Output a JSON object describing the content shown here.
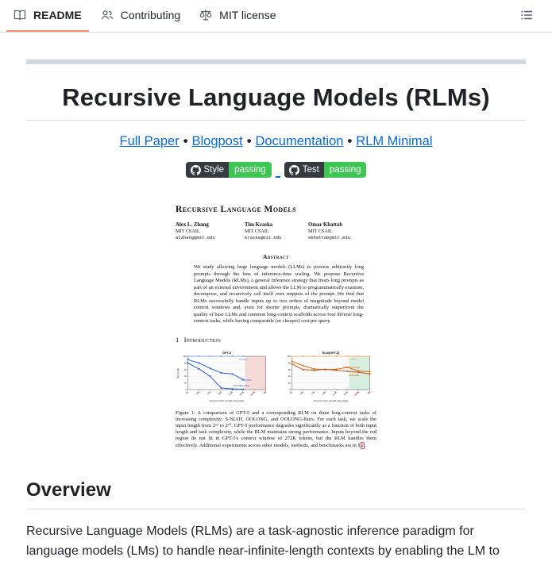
{
  "theme": {
    "link_blue": "#0969da",
    "text": "#1f2328",
    "icon_gray": "#59636e",
    "tab_active_underline": "#fd8c73",
    "divider_gray": "#d1d9e0",
    "badge_dark": "#343a40",
    "badge_green": "#3ec553"
  },
  "tabbar": {
    "tabs": [
      {
        "label": "README",
        "icon": "book-icon",
        "active": true
      },
      {
        "label": "Contributing",
        "icon": "people-icon",
        "active": false
      },
      {
        "label": "MIT license",
        "icon": "law-icon",
        "active": false
      }
    ],
    "outline_icon": "list-unordered-icon"
  },
  "readme": {
    "title": "Recursive Language Models (RLMs)",
    "links": [
      {
        "label": "Full Paper"
      },
      {
        "label": "Blogpost"
      },
      {
        "label": "Documentation"
      },
      {
        "label": "RLM Minimal"
      }
    ],
    "links_separator": "•",
    "badges": [
      {
        "icon": "github-icon",
        "label": "Style",
        "status": "passing"
      },
      {
        "icon": "github-icon",
        "label": "Test",
        "status": "passing"
      }
    ],
    "overview": {
      "heading": "Overview",
      "paragraph": "Recursive Language Models (RLMs) are a task-agnostic inference paradigm for language models (LMs) to handle near-infinite-length contexts by enabling the LM to"
    }
  },
  "paper": {
    "title": "Recursive Language Models",
    "authors": [
      {
        "name": "Alex L. Zhang",
        "affiliation": "MIT CSAIL",
        "email": "a1zhang@mit.edu"
      },
      {
        "name": "Tim Kraska",
        "affiliation": "MIT CSAIL",
        "email": "kraska@mit.edu"
      },
      {
        "name": "Omar Khattab",
        "affiliation": "MIT CSAIL",
        "email": "okhattab@mit.edu"
      }
    ],
    "abstract_heading": "Abstract",
    "abstract": "We study allowing large language models (LLMs) to process arbitrarily long prompts through the lens of inference-time scaling. We propose Recursive Language Models (RLMs), a general inference strategy that treats long prompts as part of an external environment and allows the LLM to programmatically examine, decompose, and recursively call itself over snippets of the prompt. We find that RLMs successfully handle inputs up to two orders of magnitude beyond model context windows and, even for shorter prompts, dramatically outperform the quality of base LLMs and common long-context scaffolds across four diverse long-context tasks, while having comparable (or cheaper) cost per query.",
    "section_heading": "1   Introduction",
    "caption_text1": "Figure 1: A comparison of GPT-5 and a corresponding RLM on three long-context tasks of increasing complexity: S-NIAH, OOLONG, and OOLONG-Pairs. For each task, we scale the input length from 2¹³ to 2²⁰. GPT-5 performance degrades significantly as a function of both input length and task complexity, while the RLM maintains strong performance. Inputs beyond the red region do not fit in GPT-5's context window of 272K tokens, but the RLM handles them effectively. Additional experiments across other models, methods, and benchmarks are in §",
    "caption_ref": "2",
    "caption_text2": "."
  },
  "chart_data": [
    {
      "type": "line",
      "title": "GPT-5",
      "xlabel": "Input Context Length (log scale)",
      "ylabel": "Score (%)",
      "ylim": [
        0,
        100
      ],
      "y_ticks": [
        0,
        20,
        40,
        60,
        80,
        100
      ],
      "x_tick_labels": [
        "8K",
        "16K",
        "33K",
        "66K",
        "131K",
        "262K",
        "524K",
        "1M"
      ],
      "x_ticks_red_from_index": 6,
      "shaded_region": {
        "from_index": 5.15,
        "to_index": 7,
        "color": "#f5d9d6",
        "meaning": "beyond GPT-5 272K context window"
      },
      "series": [
        {
          "name": "S-NIAH",
          "color": "#88a4e8",
          "values": [
            100,
            100,
            100,
            100,
            100,
            100
          ]
        },
        {
          "name": "OOLONG",
          "color": "#3564cf",
          "values": [
            90,
            80,
            64,
            50,
            47,
            30
          ]
        },
        {
          "name": "OOLONG-Pairs",
          "color": "#2b55bd",
          "values": [
            80,
            62,
            40,
            5,
            2,
            1
          ]
        }
      ],
      "series_labels": [
        {
          "text": "S-NIAH",
          "x_frac": 0.66,
          "y": 88,
          "color": "#5b83de"
        },
        {
          "text": "OOLONG",
          "x_frac": 0.68,
          "y": 26,
          "color": "#3564cf"
        },
        {
          "text": "OOLONG-Pairs",
          "x_frac": 0.58,
          "y": 10,
          "color": "#2b55bd"
        }
      ]
    },
    {
      "type": "line",
      "title": "RLM(GPT-5)",
      "xlabel": "Input Context Length (log scale)",
      "ylabel": "",
      "ylim": [
        0,
        100
      ],
      "y_ticks": [
        0,
        20,
        40,
        60,
        80,
        100
      ],
      "x_tick_labels": [
        "8K",
        "16K",
        "33K",
        "66K",
        "131K",
        "262K",
        "524K",
        "1M"
      ],
      "x_ticks_red_from_index": 6,
      "shaded_region": {
        "from_index": 5.15,
        "to_index": 7,
        "color": "#d6eede",
        "meaning": "RLM succeeds beyond base context window"
      },
      "series": [
        {
          "name": "S-NIAH",
          "color": "#f3b079",
          "values": [
            100,
            100,
            100,
            100,
            100,
            100,
            100,
            100
          ]
        },
        {
          "name": "OOLONG-Pairs",
          "color": "#e0661c",
          "values": [
            85,
            72,
            62,
            60,
            61,
            67,
            56,
            54
          ]
        },
        {
          "name": "OOLONG",
          "color": "#c7540f",
          "values": [
            77,
            60,
            58,
            61,
            58,
            55,
            52,
            47
          ]
        }
      ],
      "series_labels": [
        {
          "text": "S-NIAH",
          "x_frac": 0.73,
          "y": 88,
          "color": "#f0a35f"
        },
        {
          "text": "OOLONG-Pairs",
          "x_frac": 0.66,
          "y": 64,
          "color": "#e0661c"
        },
        {
          "text": "OOLONG",
          "x_frac": 0.73,
          "y": 41,
          "color": "#c7540f"
        }
      ]
    }
  ]
}
